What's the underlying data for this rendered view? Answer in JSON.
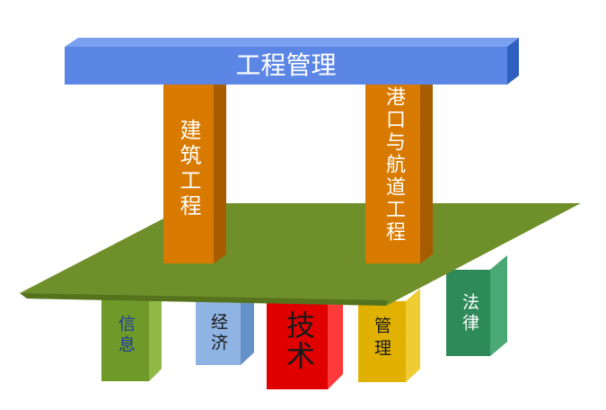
{
  "top_beam": {
    "label": "工程管理",
    "color": "#5b86e5",
    "top_color": "#7aa0f0",
    "side_color": "#2f5fbf"
  },
  "pillars": [
    {
      "label": "建筑工程",
      "color": "#d97a00",
      "side_color": "#a85c00"
    },
    {
      "label": "港口与航道工程",
      "color": "#d97a00",
      "side_color": "#a85c00"
    }
  ],
  "platform": {
    "color": "#6f8f2a",
    "edge_color": "#55721d"
  },
  "legs": [
    {
      "label": "信息",
      "front_color": "#6f9a2a",
      "side_color": "#4f7419",
      "top_color": "#8fb845",
      "text_color": "#1f3a9a"
    },
    {
      "label": "经济",
      "front_color": "#8fb3e3",
      "side_color": "#6691c8",
      "top_color": "#aac6ec",
      "text_color": "#1a1a1a"
    },
    {
      "label": "技术",
      "front_color": "#e00000",
      "side_color": "#a80000",
      "top_color": "#ff3a3a",
      "text_color": "#1a1a1a"
    },
    {
      "label": "管理",
      "front_color": "#e0b100",
      "side_color": "#b48c00",
      "top_color": "#f0cc33",
      "text_color": "#1a1a1a"
    },
    {
      "label": "法律",
      "front_color": "#2f8a5a",
      "side_color": "#1f6a44",
      "top_color": "#4aa874",
      "text_color": "#ffffff"
    }
  ]
}
